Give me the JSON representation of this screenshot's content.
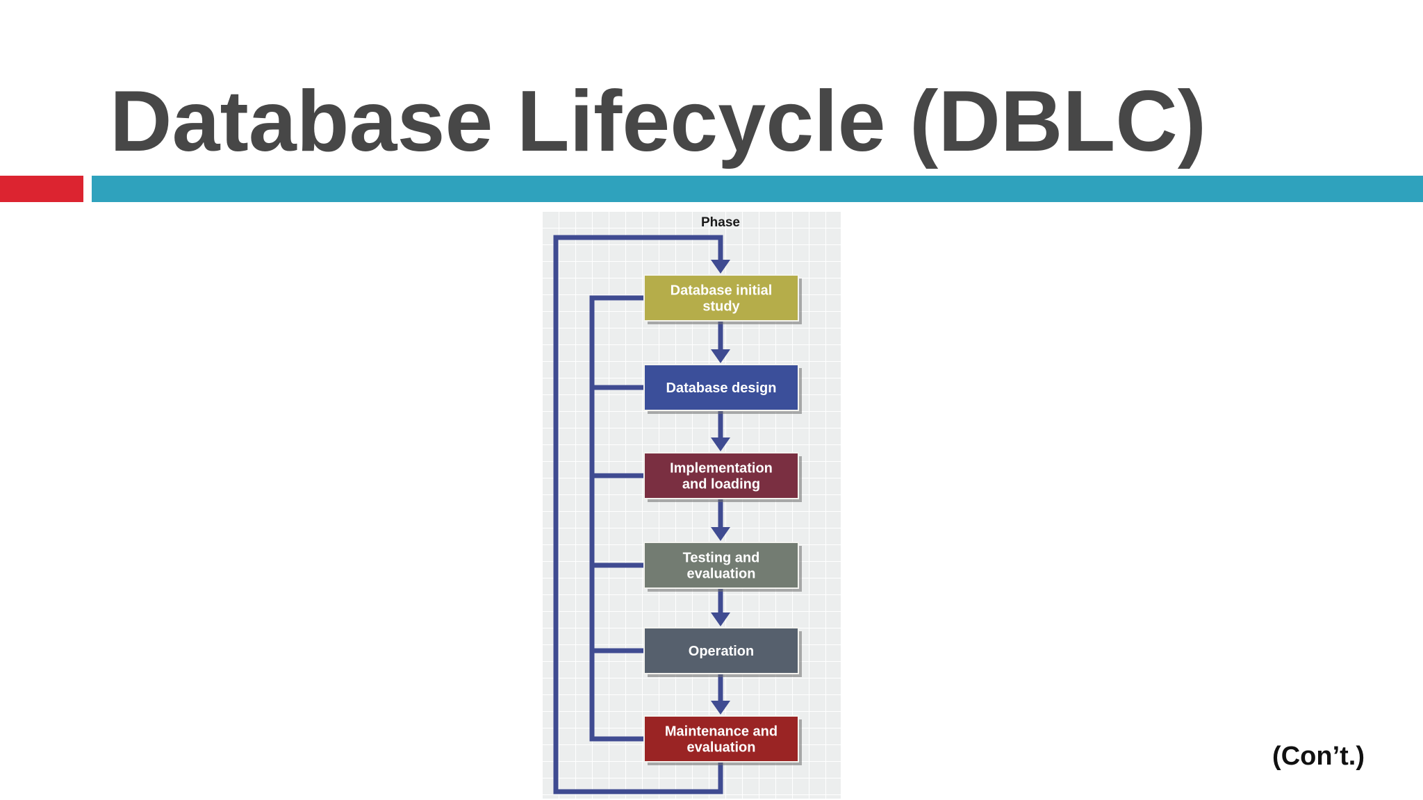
{
  "slide": {
    "title": "Database Lifecycle (DBLC)",
    "continued_note": "(Con’t.)"
  },
  "diagram": {
    "heading": "Phase",
    "phases": [
      {
        "lines": [
          "Database initial",
          "study"
        ],
        "color": "#b5ad4a"
      },
      {
        "lines": [
          "Database design"
        ],
        "color": "#3b4f9a"
      },
      {
        "lines": [
          "Implementation",
          "and loading"
        ],
        "color": "#7a2f41"
      },
      {
        "lines": [
          "Testing and",
          "evaluation"
        ],
        "color": "#737c72"
      },
      {
        "lines": [
          "Operation"
        ],
        "color": "#56606d"
      },
      {
        "lines": [
          "Maintenance and",
          "evaluation"
        ],
        "color": "#9a2424"
      }
    ],
    "arrow_color": "#3f4b91"
  },
  "colors": {
    "title": "#474747",
    "accent_red": "#dc2430",
    "accent_blue": "#2fa2bd"
  }
}
